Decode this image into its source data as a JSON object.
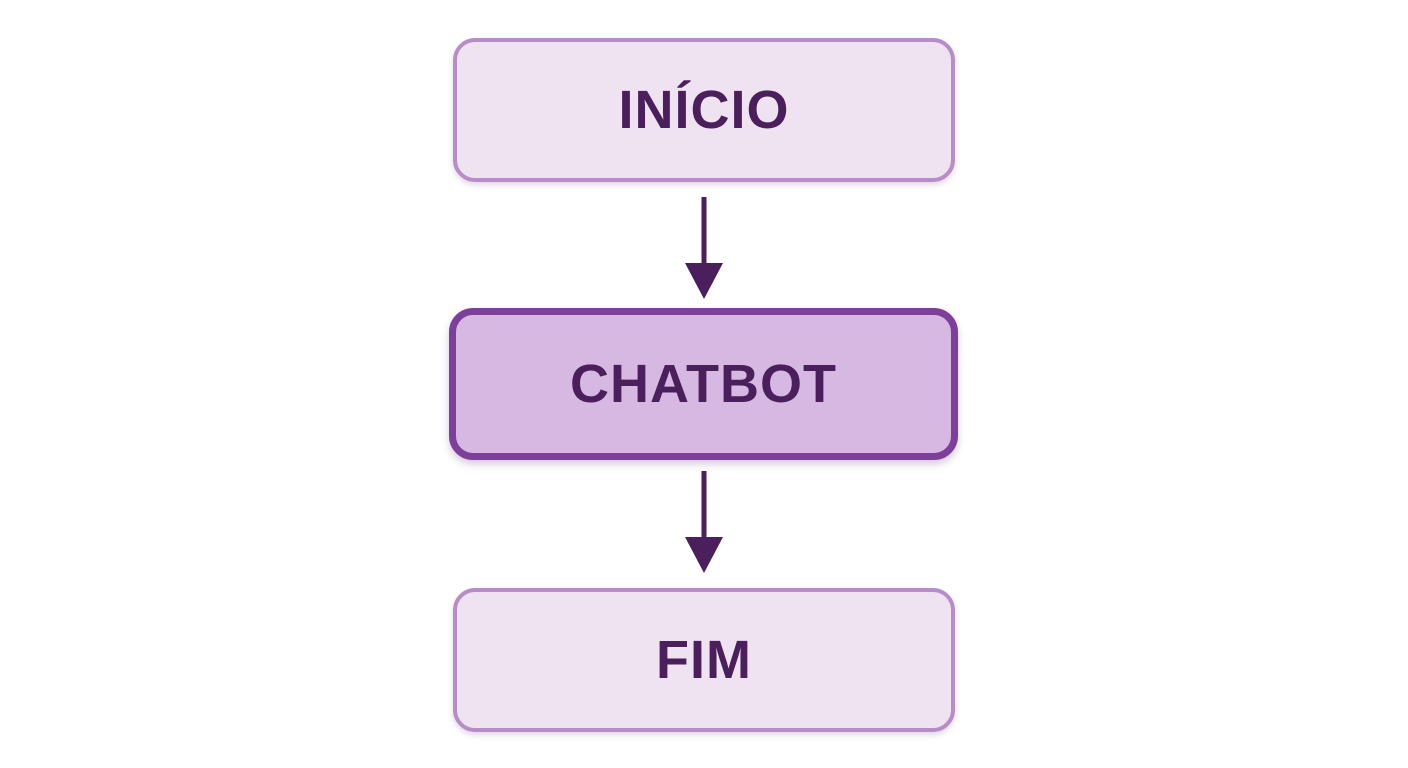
{
  "diagram": {
    "nodes": [
      {
        "id": "inicio",
        "label": "INÍCIO"
      },
      {
        "id": "chatbot",
        "label": "CHATBOT"
      },
      {
        "id": "fim",
        "label": "FIM"
      }
    ],
    "edges": [
      {
        "from": "inicio",
        "to": "chatbot"
      },
      {
        "from": "chatbot",
        "to": "fim"
      }
    ]
  },
  "colors": {
    "text": "#4a1f5c",
    "arrow": "#4a1f5c",
    "node_fill_light": "#efe3f2",
    "node_border_light": "#b88cc8",
    "node_fill_highlight": "#d6b8e2",
    "node_border_highlight": "#7e3f9a"
  }
}
